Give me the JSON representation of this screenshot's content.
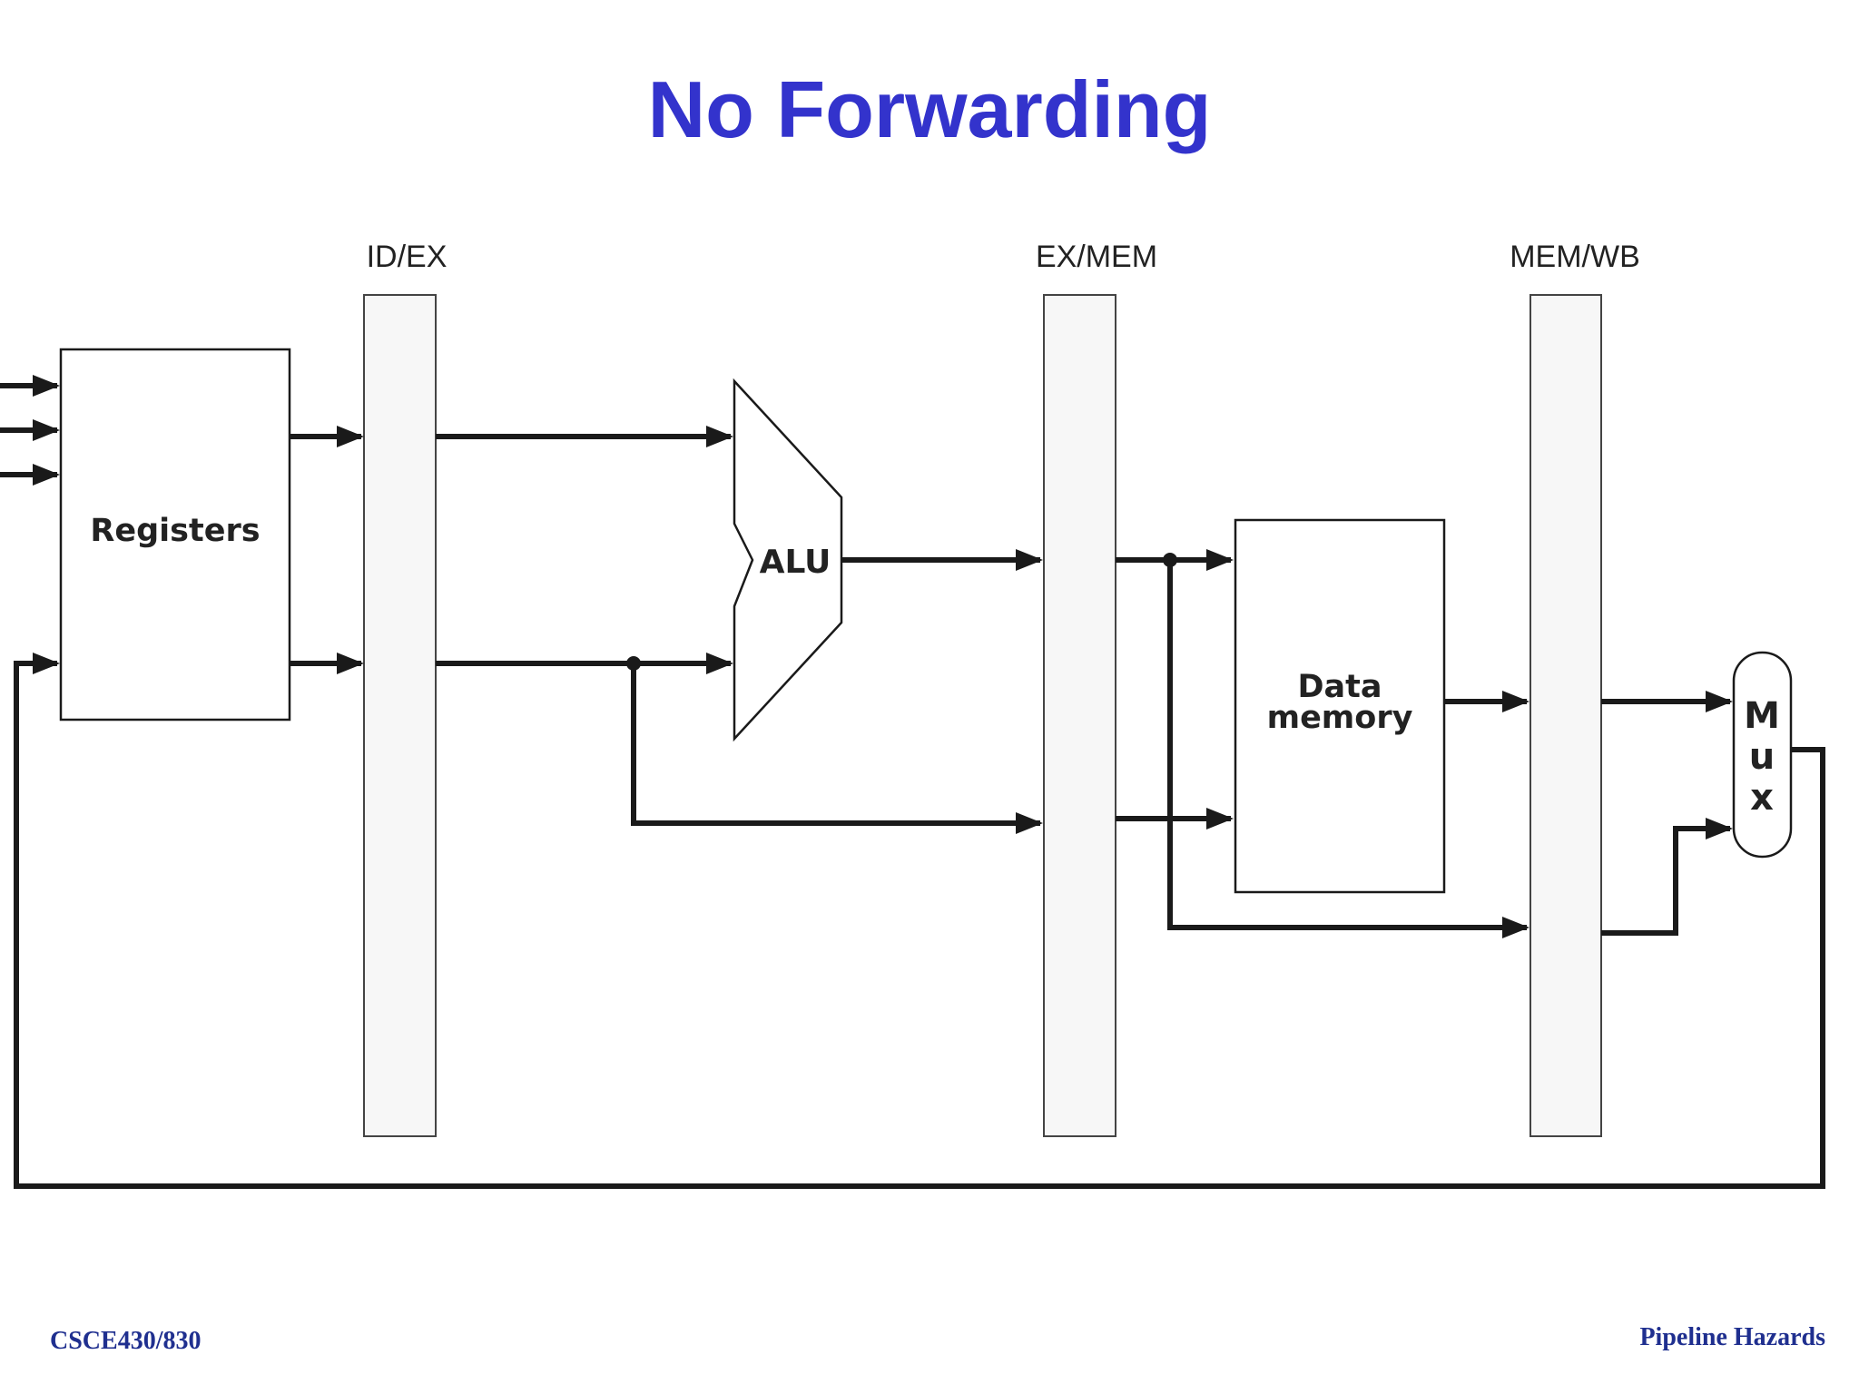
{
  "title": "No Forwarding",
  "diagram": {
    "pipeline_registers": [
      "ID/EX",
      "EX/MEM",
      "MEM/WB"
    ],
    "registers_label": "Registers",
    "alu_label": "ALU",
    "data_memory_label_line1": "Data",
    "data_memory_label_line2": "memory",
    "mux_letters": [
      "M",
      "u",
      "x"
    ]
  },
  "footer": {
    "left": "CSCE430/830",
    "right": "Pipeline Hazards"
  }
}
